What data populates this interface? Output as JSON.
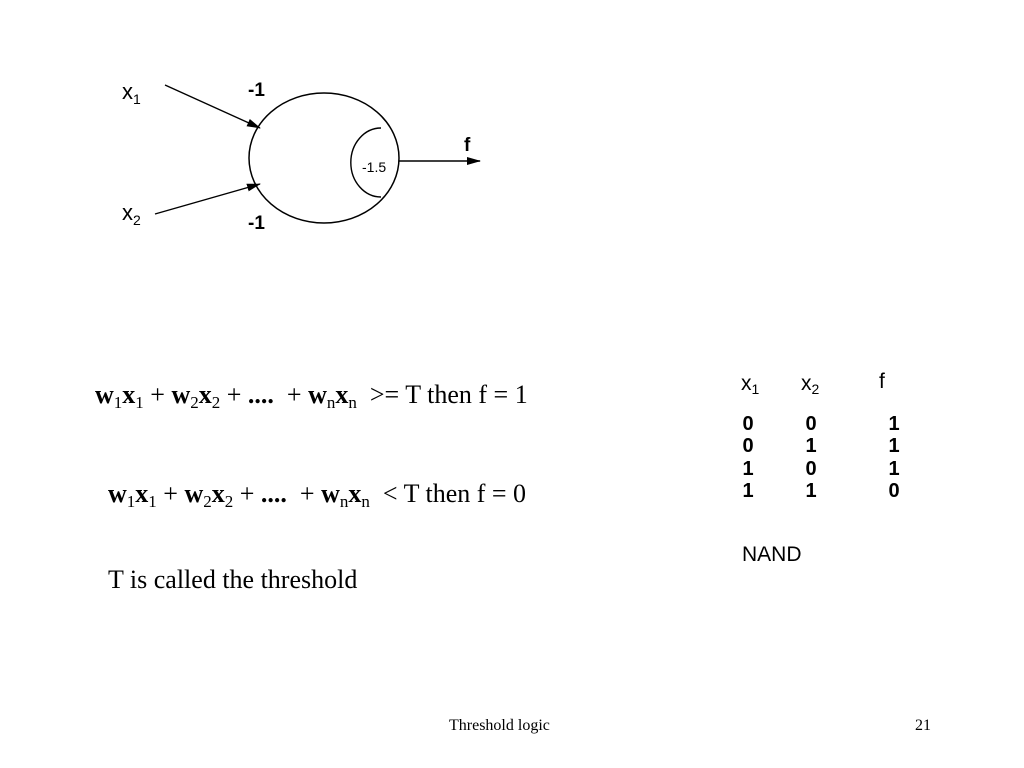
{
  "diagram": {
    "input1": {
      "var": "x",
      "sub": "1"
    },
    "input2": {
      "var": "x",
      "sub": "2"
    },
    "weight1": "-1",
    "weight2": "-1",
    "threshold": "-1.5",
    "output": "f"
  },
  "equations": {
    "var_w": "w",
    "var_x": "x",
    "sub1": "1",
    "sub2": "2",
    "subn": "n",
    "plus": "+",
    "ellipsis": "....",
    "line1_op": ">=",
    "line2_op": "<",
    "line1_tail": "T then f = 1",
    "line2_tail": "T then f = 0",
    "note": "T is called the threshold"
  },
  "truth_table": {
    "headers": [
      {
        "var": "x",
        "sub": "1"
      },
      {
        "var": "x",
        "sub": "2"
      },
      {
        "var": "f",
        "sub": ""
      }
    ],
    "rows": [
      [
        "0",
        "0",
        "1"
      ],
      [
        "0",
        "1",
        "1"
      ],
      [
        "1",
        "0",
        "1"
      ],
      [
        "1",
        "1",
        "0"
      ]
    ],
    "label": "NAND"
  },
  "footer": {
    "title": "Threshold logic",
    "page": "21"
  }
}
